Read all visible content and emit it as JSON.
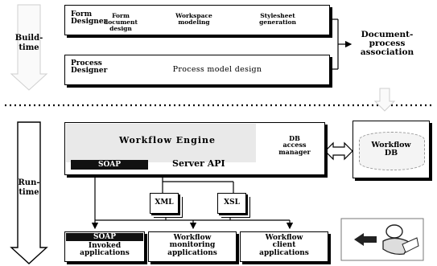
{
  "phases": {
    "buildtime": "Build-\ntime",
    "runtime": "Run-\ntime"
  },
  "build": {
    "form_designer": "Form\nDesigner",
    "steps": [
      "Form document\ndesign",
      "Workspace\nmodeling",
      "Stylesheet\ngeneration"
    ],
    "process_designer": "Process\nDesigner",
    "process_model": "Process model design",
    "association": "Document-\nprocess\nassociation"
  },
  "run": {
    "engine_title": "Workflow Engine",
    "soap": "SOAP",
    "server_api": "Server API",
    "db_access": "DB\naccess\nmanager",
    "workflow_db": "Workflow\nDB",
    "xml": "XML",
    "xsl": "XSL",
    "apps": [
      {
        "header": "SOAP",
        "label": "Invoked\napplications"
      },
      {
        "label": "Workflow\nmonitoring\napplications"
      },
      {
        "label": "Workflow\nclient\napplications"
      }
    ]
  }
}
